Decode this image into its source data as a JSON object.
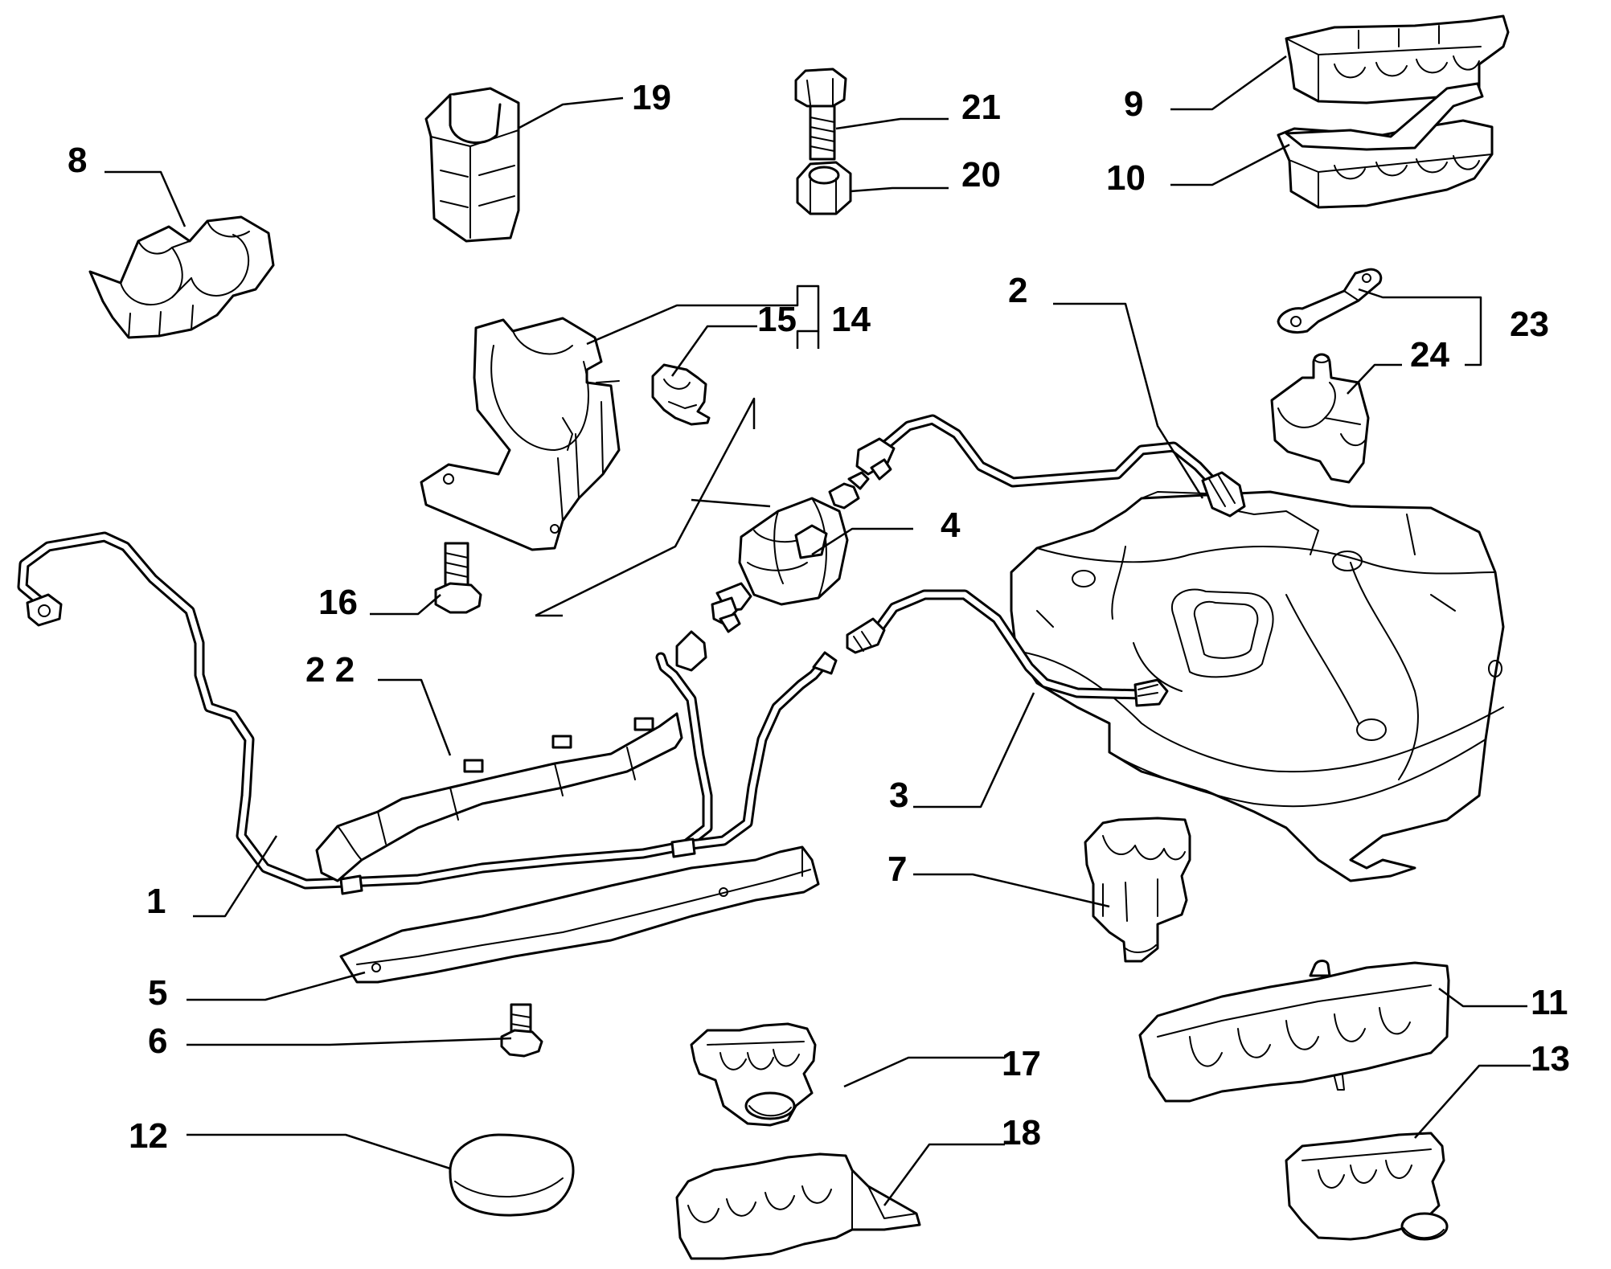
{
  "callouts": {
    "c1": "1",
    "c2": "2",
    "c3": "3",
    "c4": "4",
    "c5": "5",
    "c6": "6",
    "c7": "7",
    "c8": "8",
    "c9": "9",
    "c10": "10",
    "c11": "11",
    "c12": "12",
    "c13": "13",
    "c14": "14",
    "c15": "15",
    "c16": "16",
    "c17": "17",
    "c18": "18",
    "c19": "19",
    "c20": "20",
    "c21": "21",
    "c22": "2 2",
    "c23": "23",
    "c24": "24"
  }
}
